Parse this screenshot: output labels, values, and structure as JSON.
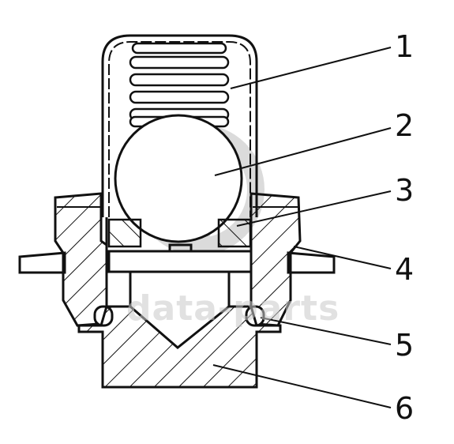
{
  "diagram": {
    "callouts": [
      {
        "id": "1",
        "label": "1"
      },
      {
        "id": "2",
        "label": "2"
      },
      {
        "id": "3",
        "label": "3"
      },
      {
        "id": "4",
        "label": "4"
      },
      {
        "id": "5",
        "label": "5"
      },
      {
        "id": "6",
        "label": "6"
      }
    ],
    "watermark_text": "data-parts",
    "colors": {
      "ink": "#111111",
      "paper": "#ffffff",
      "watermark": "#c9c9c9"
    }
  }
}
